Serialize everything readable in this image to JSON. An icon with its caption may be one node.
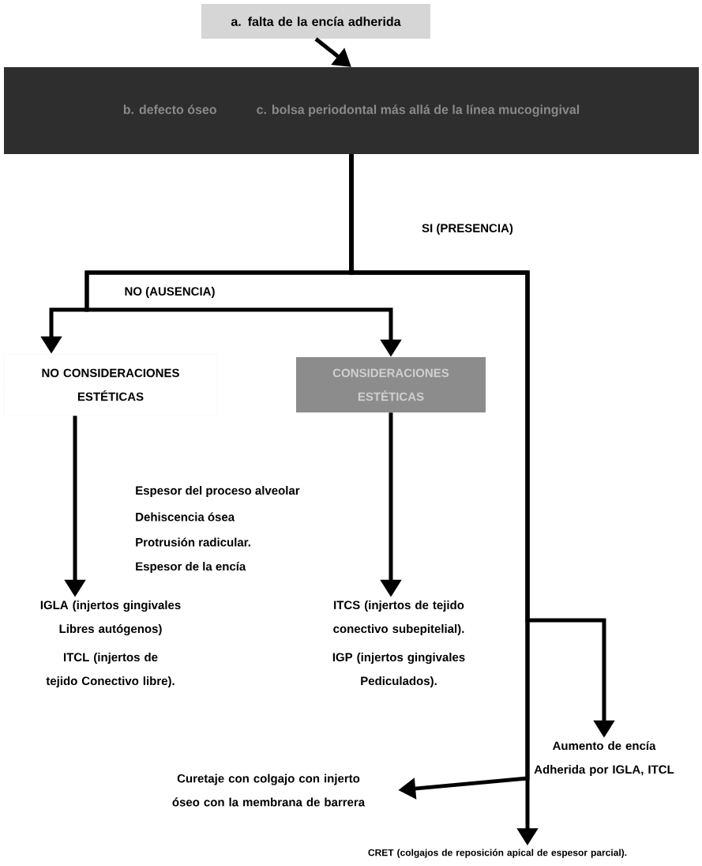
{
  "diagram": {
    "nodes": [
      {
        "text": [
          "a. falta de la encía adherida"
        ]
      },
      {
        "text": [
          "b. defecto óseo",
          "c. bolsa periodontal más allá de la línea mucogingival"
        ]
      },
      {
        "text": [
          "NO CONSIDERACIONES ESTÉTICAS"
        ]
      },
      {
        "text": [
          "CONSIDERACIONES ESTÉTICAS"
        ]
      },
      {
        "text": [
          "IGLA (injertos gingivales Libres autógenos)",
          "ITCL (injertos de tejido Conectivo libre)."
        ]
      },
      {
        "text": [
          "ITCS (injertos de tejido conectivo subepitelial).",
          "IGP (injertos gingivales Pediculados)."
        ]
      },
      {
        "text": [
          "Aumento de encía Adherida por IGLA, ITCL"
        ]
      },
      {
        "text": [
          "Curetaje con colgajo con injerto óseo con la membrana de barrera"
        ]
      },
      {
        "text": [
          "CRET (colgajos de reposición apical de espesor parcial)."
        ]
      }
    ],
    "edges": [
      {
        "from": 0,
        "to": 1,
        "arrow": "to"
      },
      {
        "from": 1,
        "to": 2,
        "arrow": "to",
        "label": "NO (AUSENCIA)"
      },
      {
        "from": 1,
        "to": 3,
        "arrow": "to"
      },
      {
        "from": 2,
        "to": 4,
        "arrow": "to"
      },
      {
        "from": 3,
        "to": 5,
        "arrow": "to"
      },
      {
        "from": 1,
        "to": 6,
        "arrow": "to"
      },
      {
        "from": 1,
        "to": 7,
        "arrow": "to"
      },
      {
        "from": 1,
        "to": 8,
        "arrow": "to",
        "label": "SI (PRESENCIA)"
      }
    ],
    "labels": [
      "Espesor del proceso alveolar",
      "Dehiscencia ósea",
      "Protrusión radicular.",
      "Espesor de la encía"
    ]
  }
}
